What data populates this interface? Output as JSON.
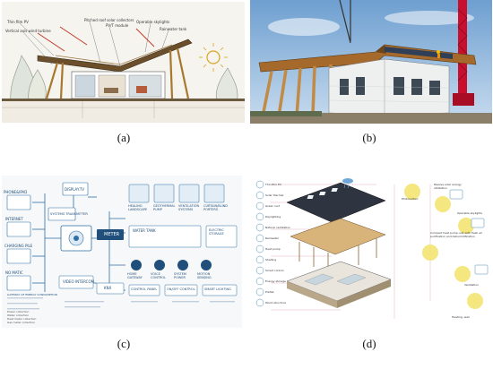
{
  "captions": {
    "a": "(a)",
    "b": "(b)",
    "c": "(c)",
    "d": "(d)"
  },
  "panel_a": {
    "callouts": [
      "Pitched roof solar collectors",
      "Thin film PV",
      "Vertical axis wind turbine",
      "PV/T module",
      "Operable skylights",
      "Rainwater tank"
    ]
  },
  "panel_c": {
    "left_labels": [
      "PHONE&IPAD",
      "INTERNET",
      "CHARGING PILE",
      "NO MATIC"
    ],
    "top_boxes": [
      "DISPLAY.TV",
      "SYSTEMS TRANSMITTER"
    ],
    "module_titles": [
      "HEALING LANDSCAPE",
      "GEOTHERMAL PUMP",
      "VENTILATION SYSTEMS",
      "CURTAIN/BLIND PORTERS"
    ],
    "meter_label": "METER",
    "water_tank": "WATER TANK",
    "electric_storage": "ELECTRIC STORAGE",
    "mid_boxes": [
      "HOME GATEWAY",
      "VOICE CONTROL",
      "SYSTEM POWER",
      "MOTION SENSING"
    ],
    "bottom_boxes": [
      "KNX",
      "CONTROL PANEL",
      "ON/OFF CONTROL",
      "SMART LIGHTING"
    ],
    "video_intercom": "VIDEO INTERCOM",
    "bottom_notes": [
      "GATEWAY OF ENERGY CONSUMPTION",
      "Power collection",
      "Water collection",
      "Heat meter collection",
      "Gas meter collection"
    ]
  },
  "panel_d": {
    "legend_left": [
      "Thin film PV",
      "Solar thermal",
      "Green roof",
      "Daylighting",
      "Natural ventilation",
      "Rainwater",
      "Heat pump",
      "Shading",
      "Smart control",
      "Energy storage",
      "Prefab",
      "Wood structure"
    ],
    "labels_right": [
      "Photovoltaic",
      "Passive solar energy utilization",
      "Operable skylights",
      "Compact heat pump unit with fresh air purification and dehumidification",
      "Ventilation",
      "Heating, wall"
    ]
  }
}
